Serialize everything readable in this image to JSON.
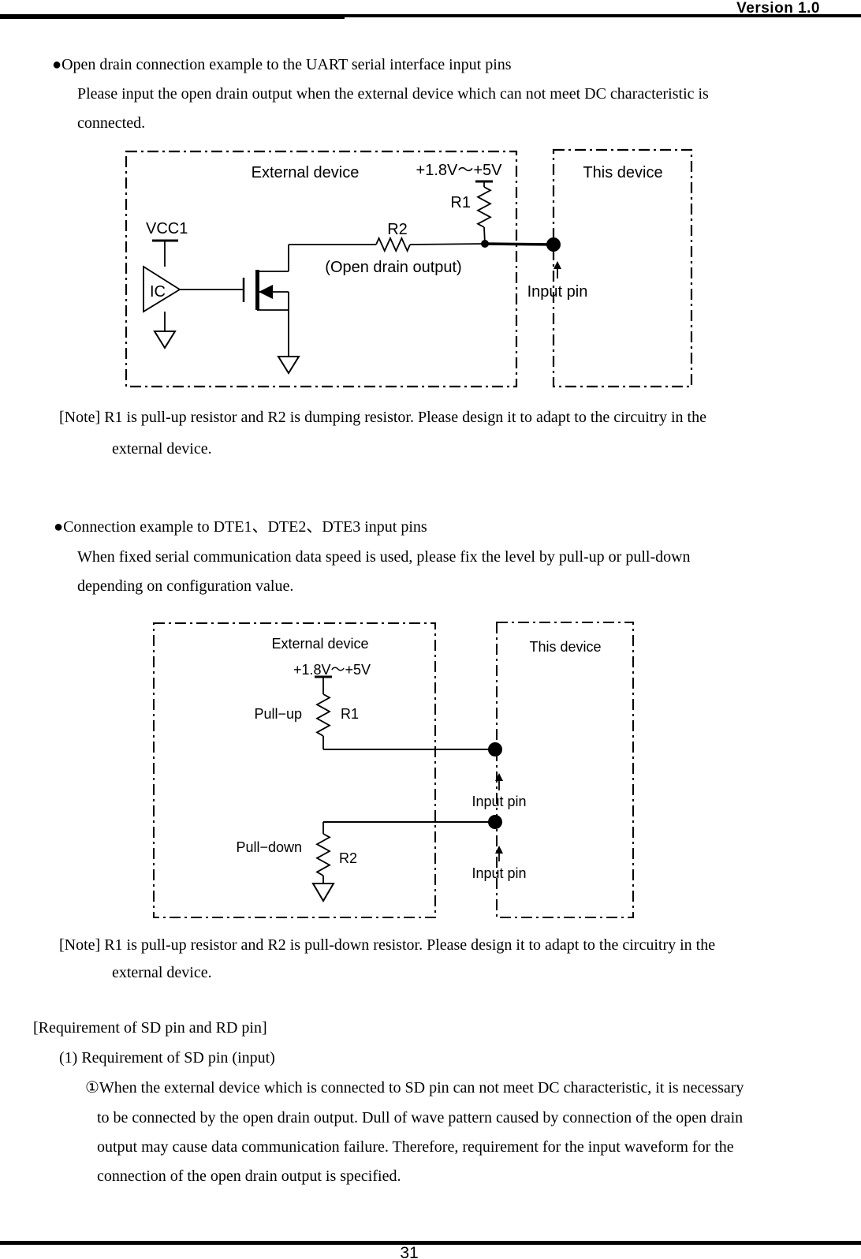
{
  "header": {
    "version": "Version 1.0"
  },
  "footer": {
    "page_number": "31"
  },
  "colors": {
    "ink": "#000000",
    "background": "#ffffff"
  },
  "sections": {
    "open_drain": {
      "heading": "●Open drain connection example to the UART serial interface input pins",
      "body_line1": "Please input the open drain output when the external device which can not meet DC characteristic is",
      "body_line2": "connected.",
      "note_line1": "[Note] R1 is pull-up resistor and R2 is dumping resistor. Please design it to adapt to the circuitry in the",
      "note_line2": "external device."
    },
    "dte_connection": {
      "heading": "●Connection example to DTE1、DTE2、DTE3 input pins",
      "body_line1": "When fixed serial communication data speed is used, please fix the level by pull-up or pull-down",
      "body_line2": "depending on configuration value.",
      "note_line1": "[Note] R1 is pull-up resistor and R2 is pull-down resistor. Please design it to adapt to the circuitry in the",
      "note_line2": "external device."
    },
    "requirement": {
      "title": "[Requirement of SD pin and RD pin]",
      "item1": "(1) Requirement of SD pin (input)",
      "sub1_line1": "①When the external device which is connected to SD pin can not meet DC characteristic, it is necessary",
      "sub1_line2": "to be connected by the open drain output. Dull of wave pattern caused by connection of the open drain",
      "sub1_line3": "output may cause data communication failure. Therefore, requirement for the input waveform for the",
      "sub1_line4": "connection of the open drain output is specified."
    }
  },
  "diagram1": {
    "external_device_label": "External device",
    "this_device_label": "This device",
    "voltage_label": "+1.8V～+5V",
    "r1_label": "R1",
    "r2_label": "R2",
    "vcc_label": "VCC1",
    "ic_label": "IC",
    "open_drain_label": "(Open drain output)",
    "input_pin_label": "Input pin"
  },
  "diagram2": {
    "external_device_label": "External device",
    "this_device_label": "This device",
    "voltage_label": "+1.8V～+5V",
    "pull_up_label": "Pull−up",
    "r1_label": "R1",
    "pull_down_label": "Pull−down",
    "r2_label": "R2",
    "input_pin1_label": "Input pin",
    "input_pin2_label": "Input pin"
  }
}
